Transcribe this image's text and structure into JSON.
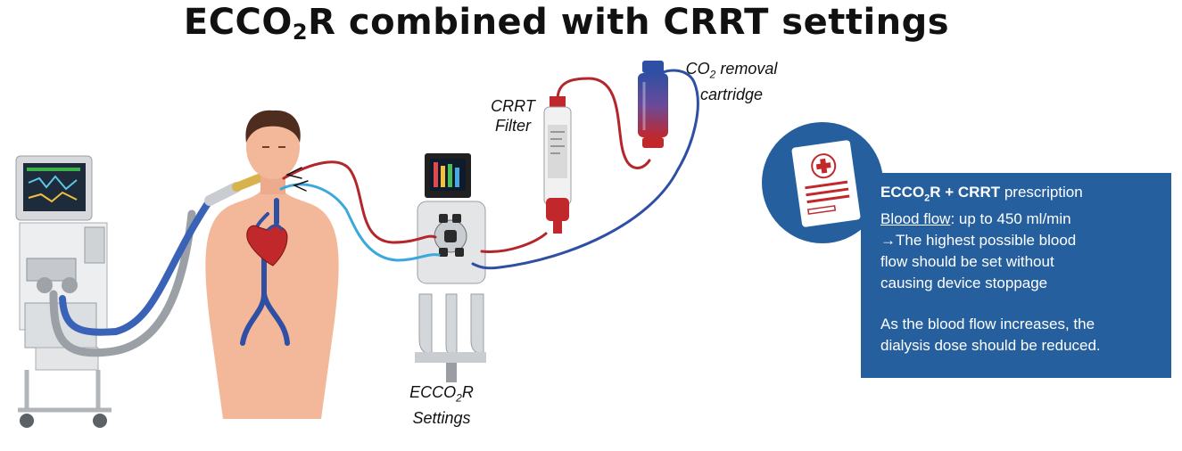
{
  "title": {
    "pre": "ECCO",
    "sub": "2",
    "post": "R combined with CRRT settings"
  },
  "labels": {
    "crrt_filter": [
      "CRRT",
      "Filter"
    ],
    "co2_cartridge": {
      "pre": "CO",
      "sub": "2",
      "post": " removal",
      "line2": "cartridge"
    },
    "ecco2r_settings": {
      "pre": "ECCO",
      "sub": "2",
      "post": "R",
      "line2": "Settings"
    }
  },
  "prescription": {
    "heading_bold_pre": "ECCO",
    "heading_bold_sub": "2",
    "heading_bold_post": "R + CRRT",
    "heading_rest": " prescription",
    "blood_flow_label": "Blood flow",
    "blood_flow_value": ": up to 450 ml/min",
    "note_lines": [
      "→The highest possible blood",
      "flow should be set without",
      "causing device stoppage"
    ],
    "footer_lines": [
      "As the blood flow increases, the",
      "dialysis dose should be reduced."
    ]
  },
  "colors": {
    "arterial_red": "#b3262a",
    "venous_blue": "#2e4fa3",
    "light_blue": "#3aa8dc",
    "panel_blue": "#255f9e",
    "skin": "#f3b79a"
  },
  "icons": [
    "ventilator-icon",
    "patient-icon",
    "heart-icon",
    "ecco2r-device-icon",
    "crrt-filter-icon",
    "co2-cartridge-icon",
    "prescription-document-icon"
  ]
}
